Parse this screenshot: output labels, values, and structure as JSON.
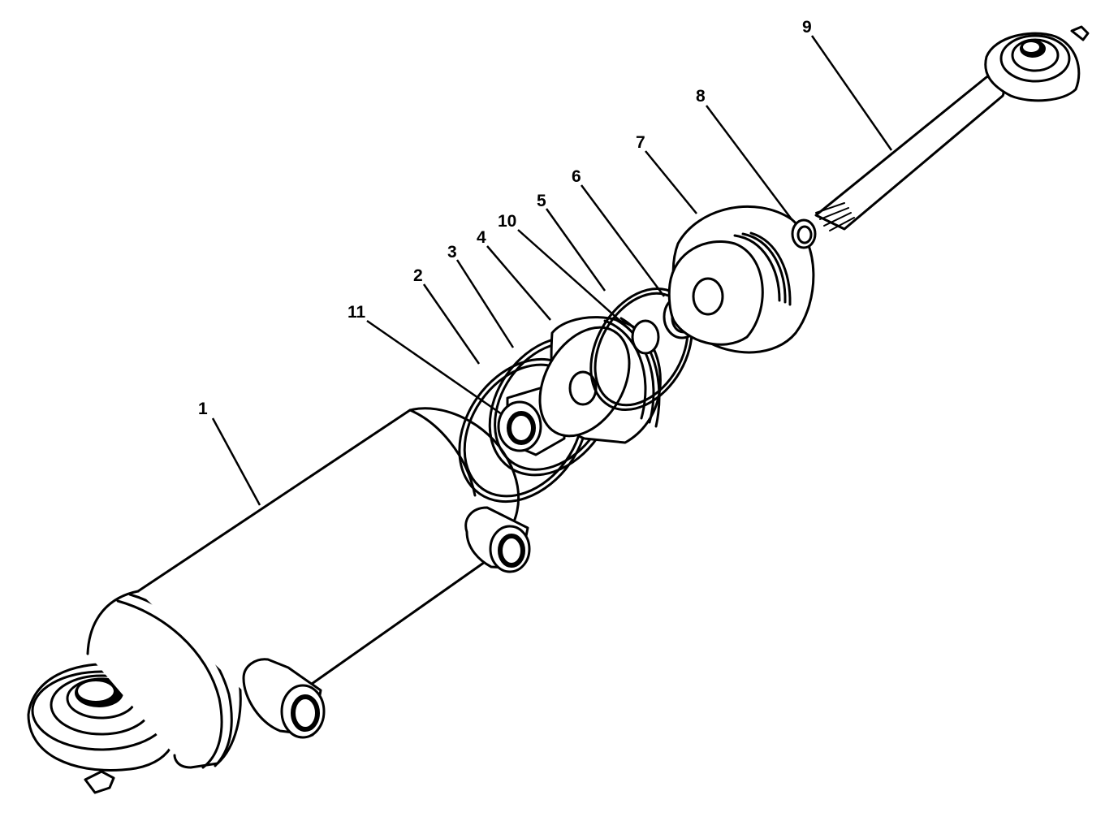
{
  "callouts": [
    {
      "id": "1",
      "label": "1"
    },
    {
      "id": "2",
      "label": "2"
    },
    {
      "id": "3",
      "label": "3"
    },
    {
      "id": "4",
      "label": "4"
    },
    {
      "id": "5",
      "label": "5"
    },
    {
      "id": "6",
      "label": "6"
    },
    {
      "id": "7",
      "label": "7"
    },
    {
      "id": "8",
      "label": "8"
    },
    {
      "id": "9",
      "label": "9"
    },
    {
      "id": "10",
      "label": "10"
    },
    {
      "id": "11",
      "label": "11"
    }
  ],
  "colors": {
    "ink": "#000000",
    "background": "#ffffff"
  }
}
